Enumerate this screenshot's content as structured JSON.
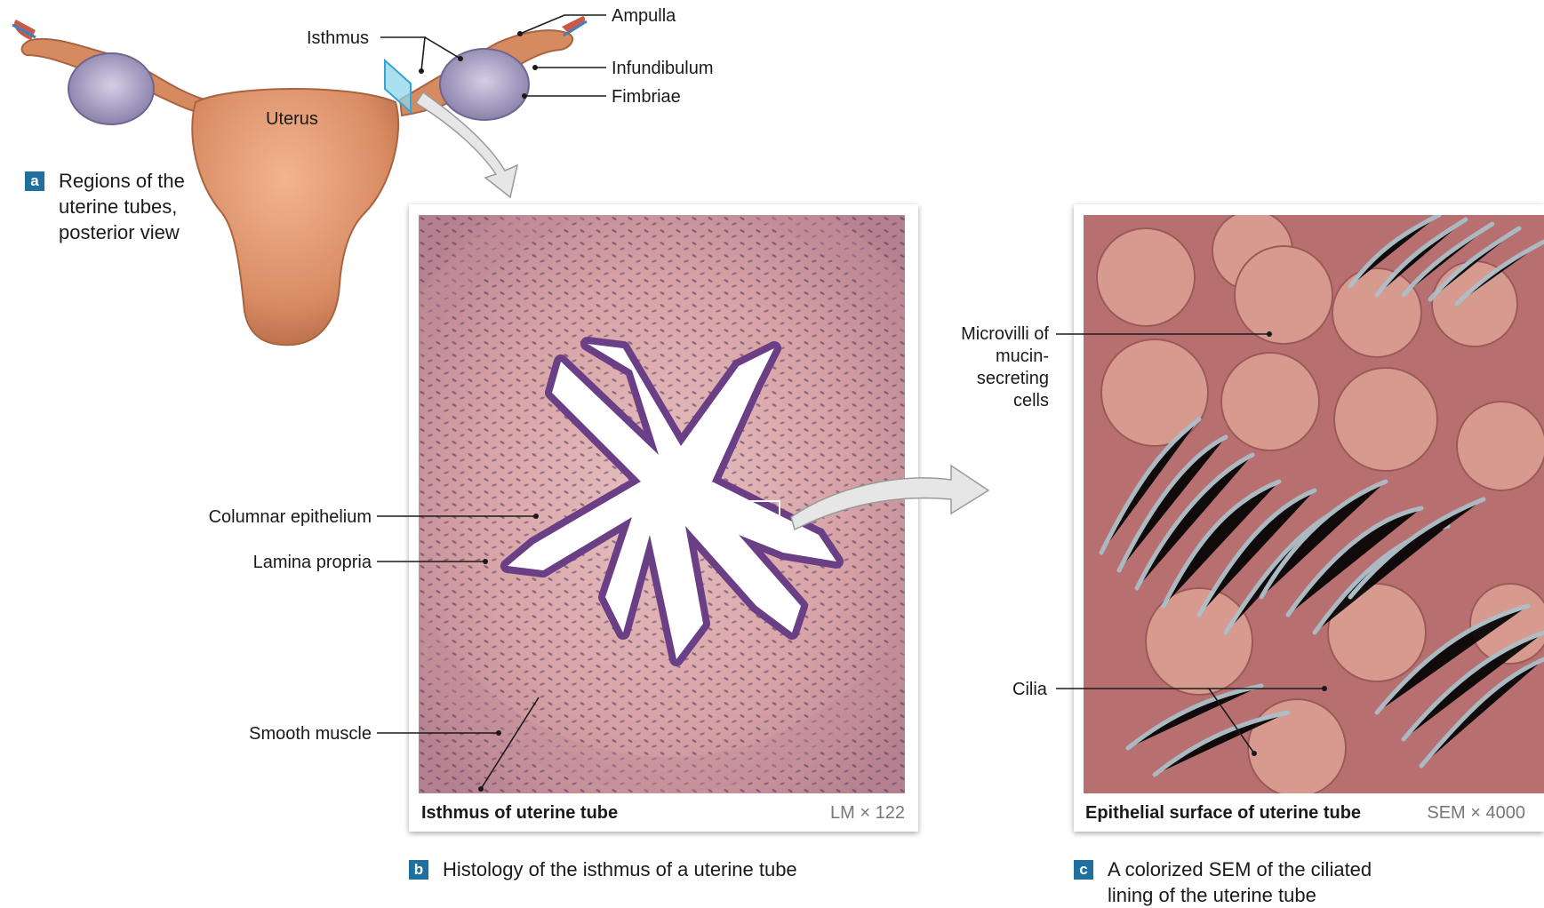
{
  "panel_a": {
    "badge": "a",
    "caption": "Regions of the uterine tubes, posterior view",
    "labels": {
      "uterus": "Uterus",
      "isthmus": "Isthmus",
      "ampulla": "Ampulla",
      "infundibulum": "Infundibulum",
      "fimbriae": "Fimbriae"
    }
  },
  "panel_b": {
    "badge": "b",
    "caption": "Histology of the isthmus of a uterine tube",
    "photo_caption": "Isthmus of uterine tube",
    "magnification": "LM × 122",
    "labels": {
      "columnar_epithelium": "Columnar epithelium",
      "lamina_propria": "Lamina propria",
      "smooth_muscle": "Smooth muscle"
    }
  },
  "panel_c": {
    "badge": "c",
    "caption_line1": "A colorized SEM of the ciliated",
    "caption_line2": "lining of the uterine tube",
    "photo_caption": "Epithelial surface of uterine tube",
    "magnification": "SEM × 4000",
    "labels": {
      "microvilli_1": "Microvilli of",
      "microvilli_2": "mucin-",
      "microvilli_3": "secreting",
      "microvilli_4": "cells",
      "cilia": "Cilia"
    }
  },
  "colors": {
    "badge": "#1f6f9f",
    "uterus": "#d9906a",
    "ovary": "#9c93b8",
    "histology_bg": "#d9a3a6",
    "lumen_edge": "#6a3f86",
    "sem_bg": "#c98585",
    "cilia": "#a6bcc8"
  }
}
